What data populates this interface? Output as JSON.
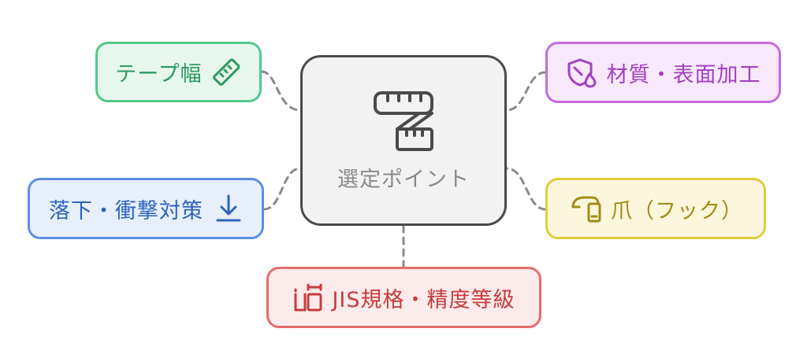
{
  "center": {
    "label": "選定ポイント",
    "icon": "tape-measure-icon"
  },
  "nodes": {
    "tape_width": {
      "label": "テープ幅",
      "icon": "ruler-icon",
      "color": "#53c98a"
    },
    "material": {
      "label": "材質・表面加工",
      "icon": "shield-drop-icon",
      "color": "#c46be0"
    },
    "drop": {
      "label": "落下・衝撃対策",
      "icon": "download-arrow-icon",
      "color": "#5b8fe0"
    },
    "hook": {
      "label": "爪（フック）",
      "icon": "hook-icon",
      "color": "#e2cc3c"
    },
    "jis": {
      "label": "JIS規格・精度等級",
      "icon": "measure-gauge-icon",
      "color": "#e66b6b"
    }
  }
}
